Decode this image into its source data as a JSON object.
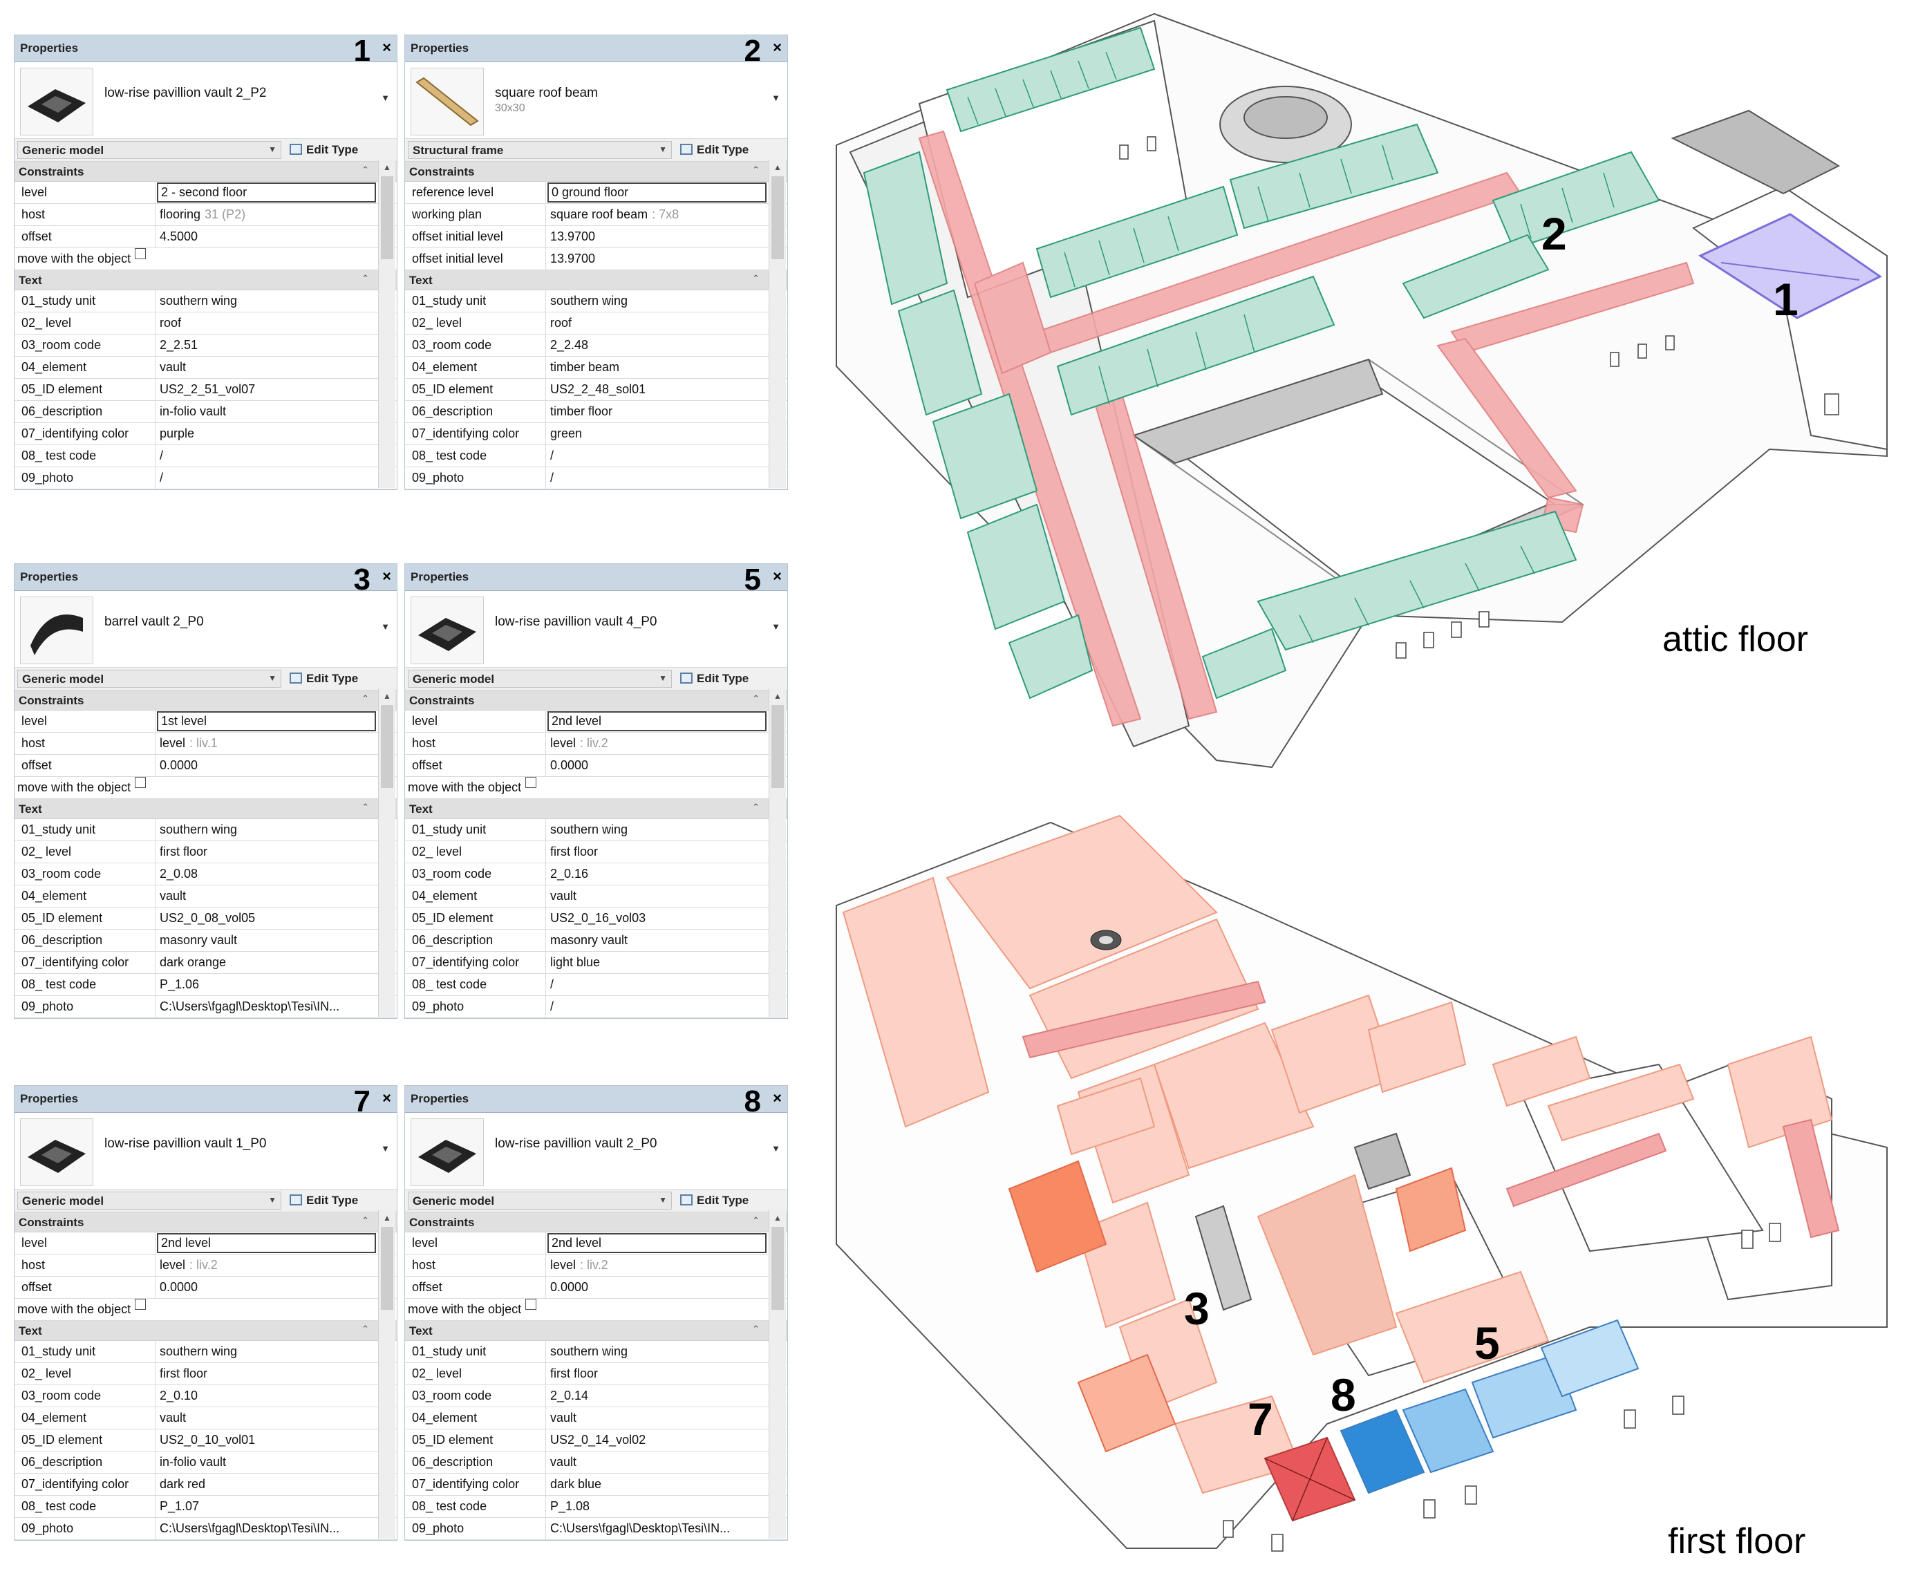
{
  "panel_title": "Properties",
  "close_glyph": "×",
  "edit_type_label": "Edit Type",
  "section_constraints": "Constraints",
  "section_text": "Text",
  "text_labels": [
    "01_study unit",
    "02_ level",
    "03_room code",
    "04_element",
    "05_ID element",
    "06_description",
    "07_identifying color",
    "08_ test code",
    "09_photo"
  ],
  "panels": [
    {
      "number": "1",
      "type_name": "low-rise pavillion vault 2_P2",
      "type_sub": "",
      "category": "Generic model",
      "constraints": [
        {
          "label": "level",
          "value": "2 - second floor",
          "hint": ""
        },
        {
          "label": "host",
          "value": "flooring",
          "hint": "31 (P2)"
        },
        {
          "label": "offset",
          "value": "4.5000",
          "hint": ""
        },
        {
          "label": "move with the object",
          "value": "",
          "hint": ""
        }
      ],
      "text_values": [
        "southern wing",
        "roof",
        "2_2.51",
        "vault",
        "US2_2_51_vol07",
        "in-folio vault",
        "purple",
        "/",
        "/"
      ]
    },
    {
      "number": "2",
      "type_name": "square roof beam",
      "type_sub": "30x30",
      "category": "Structural frame",
      "constraints": [
        {
          "label": "reference level",
          "value": "0 ground floor",
          "hint": ""
        },
        {
          "label": "working plan",
          "value": "square roof beam",
          "hint": ": 7x8"
        },
        {
          "label": "offset initial level",
          "value": "13.9700",
          "hint": ""
        },
        {
          "label": "offset initial level",
          "value": "13.9700",
          "hint": ""
        }
      ],
      "text_values": [
        "southern wing",
        "roof",
        "2_2.48",
        "timber beam",
        "US2_2_48_sol01",
        "timber floor",
        "green",
        "/",
        "/"
      ]
    },
    {
      "number": "3",
      "type_name": "barrel vault 2_P0",
      "type_sub": "",
      "category": "Generic model",
      "constraints": [
        {
          "label": "level",
          "value": "1st level",
          "hint": ""
        },
        {
          "label": "host",
          "value": "level",
          "hint": ": liv.1"
        },
        {
          "label": "offset",
          "value": "0.0000",
          "hint": ""
        },
        {
          "label": "move with the object",
          "value": "",
          "hint": ""
        }
      ],
      "text_values": [
        "southern wing",
        "first floor",
        "2_0.08",
        "vault",
        "US2_0_08_vol05",
        "masonry vault",
        "dark orange",
        "P_1.06",
        "C:\\Users\\fgagl\\Desktop\\Tesi\\IN..."
      ]
    },
    {
      "number": "5",
      "type_name": "low-rise pavillion vault 4_P0",
      "type_sub": "",
      "category": "Generic model",
      "constraints": [
        {
          "label": "level",
          "value": "2nd level",
          "hint": ""
        },
        {
          "label": "host",
          "value": "level",
          "hint": ": liv.2"
        },
        {
          "label": "offset",
          "value": "0.0000",
          "hint": ""
        },
        {
          "label": "move with the object",
          "value": "",
          "hint": ""
        }
      ],
      "text_values": [
        "southern wing",
        "first floor",
        "2_0.16",
        "vault",
        "US2_0_16_vol03",
        "masonry vault",
        "light blue",
        "/",
        "/"
      ]
    },
    {
      "number": "7",
      "type_name": "low-rise pavillion vault 1_P0",
      "type_sub": "",
      "category": "Generic model",
      "constraints": [
        {
          "label": "level",
          "value": "2nd level",
          "hint": ""
        },
        {
          "label": "host",
          "value": "level",
          "hint": ": liv.2"
        },
        {
          "label": "offset",
          "value": "0.0000",
          "hint": ""
        },
        {
          "label": "move with the object",
          "value": "",
          "hint": ""
        }
      ],
      "text_values": [
        "southern wing",
        "first floor",
        "2_0.10",
        "vault",
        "US2_0_10_vol01",
        "in-folio vault",
        "dark red",
        "P_1.07",
        "C:\\Users\\fgagl\\Desktop\\Tesi\\IN..."
      ]
    },
    {
      "number": "8",
      "type_name": "low-rise pavillion vault 2_P0",
      "type_sub": "",
      "category": "Generic model",
      "constraints": [
        {
          "label": "level",
          "value": "2nd level",
          "hint": ""
        },
        {
          "label": "host",
          "value": "level",
          "hint": ": liv.2"
        },
        {
          "label": "offset",
          "value": "0.0000",
          "hint": ""
        },
        {
          "label": "move with the object",
          "value": "",
          "hint": ""
        }
      ],
      "text_values": [
        "southern wing",
        "first floor",
        "2_0.14",
        "vault",
        "US2_0_14_vol02",
        "vault",
        "dark blue",
        "P_1.08",
        "C:\\Users\\fgagl\\Desktop\\Tesi\\IN..."
      ]
    }
  ],
  "drawings": {
    "attic_label": "attic floor",
    "first_label": "first floor",
    "attic_numbers": [
      "2",
      "1"
    ],
    "first_numbers": [
      "3",
      "5",
      "7",
      "8"
    ]
  },
  "colors": {
    "green": "#2e9c7c",
    "red_corridor": "#f4a9a9",
    "purple": "#9b93e6",
    "vault_orange": "#f6a58e",
    "light_blue": "#7fbde8",
    "dark_blue": "#2f8ad8",
    "dark_red": "#e8585a",
    "titlebar": "#c9d7e4"
  }
}
